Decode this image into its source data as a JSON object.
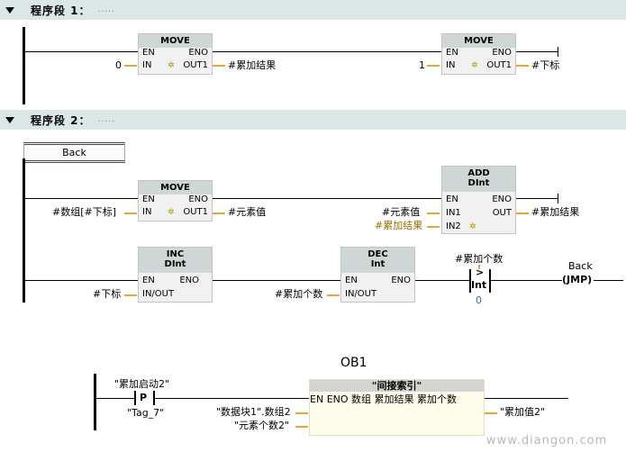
{
  "network1": {
    "title": "程序段 1：",
    "dots": ".....",
    "move1": {
      "name": "MOVE",
      "en": "EN",
      "eno": "ENO",
      "in": "IN",
      "out": "OUT1",
      "in_value": "0",
      "out_value": "#累加结果"
    },
    "move2": {
      "name": "MOVE",
      "en": "EN",
      "eno": "ENO",
      "in": "IN",
      "out": "OUT1",
      "in_value": "1",
      "out_value": "#下标"
    }
  },
  "network2": {
    "title": "程序段 2：",
    "dots": ".....",
    "label": "Back",
    "move": {
      "name": "MOVE",
      "en": "EN",
      "eno": "ENO",
      "in": "IN",
      "out": "OUT1",
      "in_value": "#数组[#下标]",
      "out_value": "#元素值"
    },
    "add": {
      "name": "ADD",
      "type": "DInt",
      "en": "EN",
      "eno": "ENO",
      "in1": "IN1",
      "in2": "IN2",
      "out": "OUT",
      "in1_value": "#元素值",
      "in2_value": "#累加结果",
      "out_value": "#累加结果"
    },
    "inc": {
      "name": "INC",
      "type": "DInt",
      "en": "EN",
      "eno": "ENO",
      "inout": "IN/OUT",
      "inout_value": "#下标"
    },
    "dec": {
      "name": "DEC",
      "type": "Int",
      "en": "EN",
      "eno": "ENO",
      "inout": "IN/OUT",
      "inout_value": "#累加个数"
    },
    "compare": {
      "operator": ">",
      "type": "Int",
      "top_value": "#累加个数",
      "bottom_value": "0"
    },
    "jump": {
      "label": "Back",
      "instruction": "JMP"
    }
  },
  "ob1": {
    "title": "OB1",
    "contact": {
      "type": "P",
      "top_tag": "\"累加启动2\"",
      "bottom_tag": "\"Tag_7\""
    },
    "call": {
      "name": "\"间接索引\"",
      "en": "EN",
      "eno": "ENO",
      "in1_param": "数组",
      "in1_value": "\"数据块1\".数组2",
      "in2_param": "累加个数",
      "in2_value": "\"元素个数2\"",
      "out_param": "累加结果",
      "out_value": "\"累加值2\""
    }
  },
  "watermark": "www.diangon.com"
}
